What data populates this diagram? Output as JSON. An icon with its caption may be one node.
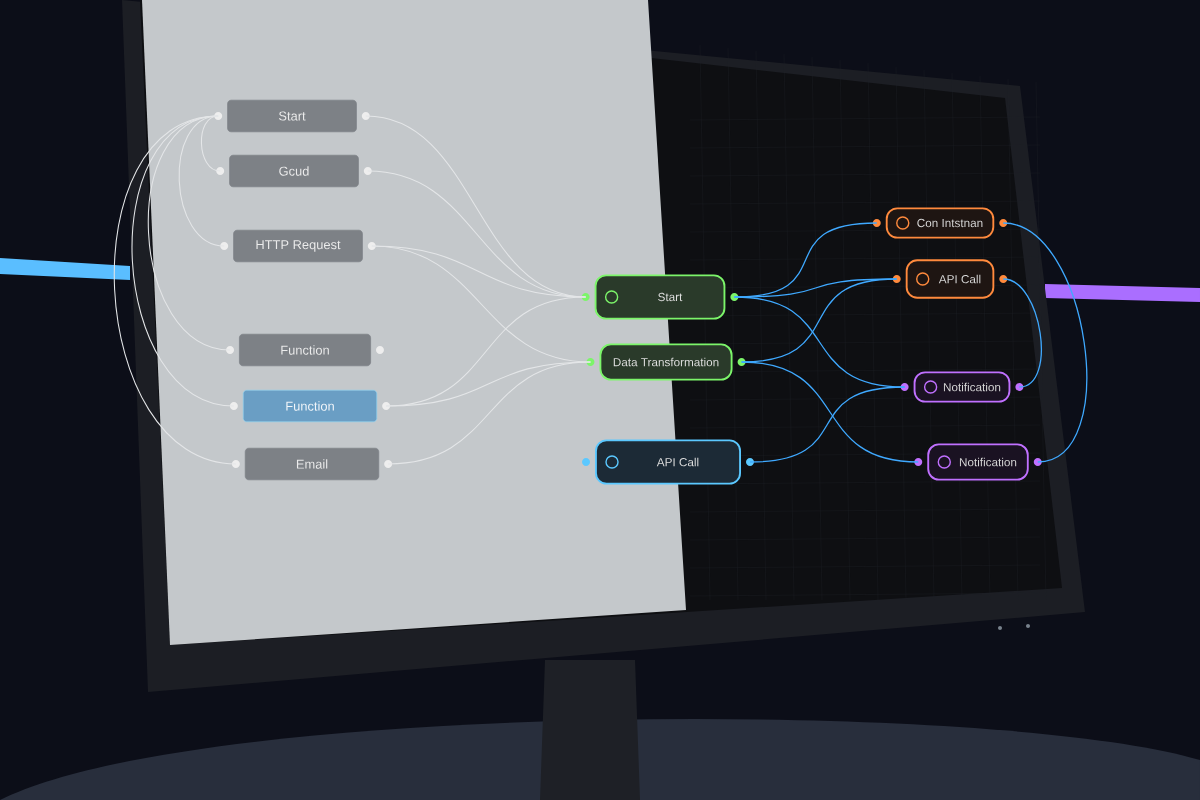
{
  "diagram": {
    "nodes": [
      {
        "text": [
          "Start"
        ]
      },
      {
        "text": [
          "Gcud"
        ]
      },
      {
        "text": [
          "HTTP Request"
        ]
      },
      {
        "text": [
          "Function"
        ]
      },
      {
        "text": [
          "Function"
        ]
      },
      {
        "text": [
          "Email"
        ]
      },
      {
        "text": [
          "Start"
        ]
      },
      {
        "text": [
          "Data Transformation"
        ]
      },
      {
        "text": [
          "API Call"
        ]
      },
      {
        "text": [
          "Con Intstnan"
        ]
      },
      {
        "text": [
          "API Call"
        ]
      },
      {
        "text": [
          "Notification"
        ]
      },
      {
        "text": [
          "Notification"
        ]
      }
    ],
    "edges": [
      {
        "from": 0,
        "to": 1,
        "arrow": "none"
      },
      {
        "from": 0,
        "to": 2,
        "arrow": "none"
      },
      {
        "from": 0,
        "to": 3,
        "arrow": "none"
      },
      {
        "from": 0,
        "to": 4,
        "arrow": "none"
      },
      {
        "from": 0,
        "to": 5,
        "arrow": "none"
      },
      {
        "from": 0,
        "to": 6,
        "arrow": "none"
      },
      {
        "from": 1,
        "to": 6,
        "arrow": "none"
      },
      {
        "from": 2,
        "to": 6,
        "arrow": "none"
      },
      {
        "from": 2,
        "to": 7,
        "arrow": "none"
      },
      {
        "from": 4,
        "to": 6,
        "arrow": "none"
      },
      {
        "from": 4,
        "to": 7,
        "arrow": "none"
      },
      {
        "from": 5,
        "to": 7,
        "arrow": "none"
      },
      {
        "from": 6,
        "to": 9,
        "arrow": "none",
        "color": "#3fa9ff"
      },
      {
        "from": 6,
        "to": 10,
        "arrow": "none",
        "color": "#3fa9ff"
      },
      {
        "from": 6,
        "to": 11,
        "arrow": "none",
        "color": "#3fa9ff"
      },
      {
        "from": 7,
        "to": 10,
        "arrow": "none",
        "color": "#3fa9ff"
      },
      {
        "from": 7,
        "to": 12,
        "arrow": "none",
        "color": "#3fa9ff"
      },
      {
        "from": 8,
        "to": 11,
        "arrow": "none",
        "color": "#3fa9ff"
      },
      {
        "from": 9,
        "to": 12,
        "arrow": "none",
        "color": "#3fa9ff"
      },
      {
        "from": 10,
        "to": 11,
        "arrow": "none",
        "color": "#3fa9ff"
      }
    ]
  }
}
